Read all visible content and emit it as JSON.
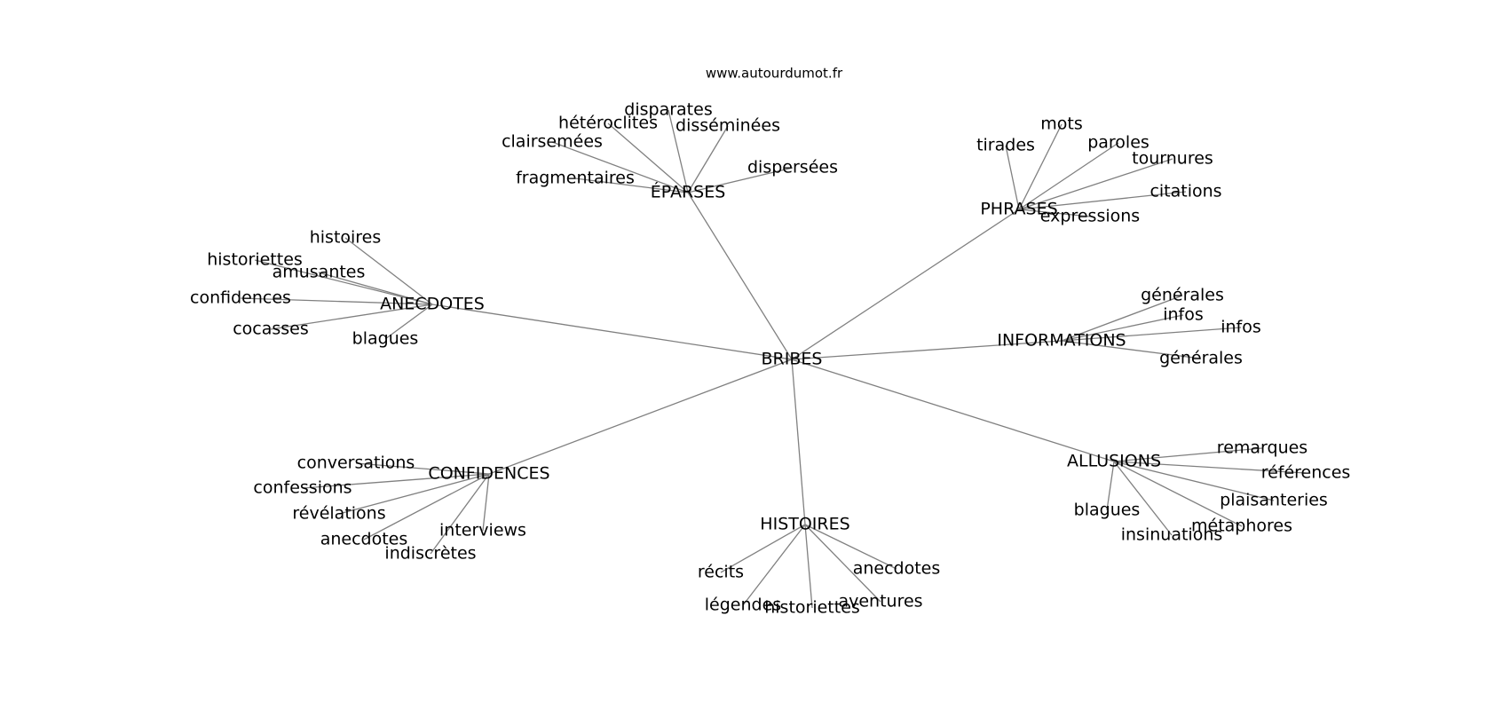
{
  "site": "www.autourdumot.fr",
  "root": "BRIBES",
  "groups": [
    {
      "label": "ÉPARSES",
      "words": [
        "disparates",
        "hétéroclites",
        "disséminées",
        "clairsemées",
        "fragmentaires",
        "dispersées"
      ]
    },
    {
      "label": "PHRASES",
      "words": [
        "mots",
        "tirades",
        "paroles",
        "tournures",
        "citations",
        "expressions"
      ]
    },
    {
      "label": "ANECDOTES",
      "words": [
        "histoires",
        "historiettes",
        "amusantes",
        "confidences",
        "cocasses",
        "blagues"
      ]
    },
    {
      "label": "INFORMATIONS",
      "words": [
        "générales",
        "infos",
        "infos",
        "générales"
      ]
    },
    {
      "label": "ALLUSIONS",
      "words": [
        "remarques",
        "références",
        "plaisanteries",
        "métaphores",
        "insinuations",
        "blagues"
      ]
    },
    {
      "label": "CONFIDENCES",
      "words": [
        "conversations",
        "confessions",
        "révélations",
        "anecdotes",
        "indiscrètes",
        "interviews"
      ]
    },
    {
      "label": "HISTOIRES",
      "words": [
        "récits",
        "légendes",
        "historiettes",
        "aventures",
        "anecdotes"
      ]
    }
  ]
}
